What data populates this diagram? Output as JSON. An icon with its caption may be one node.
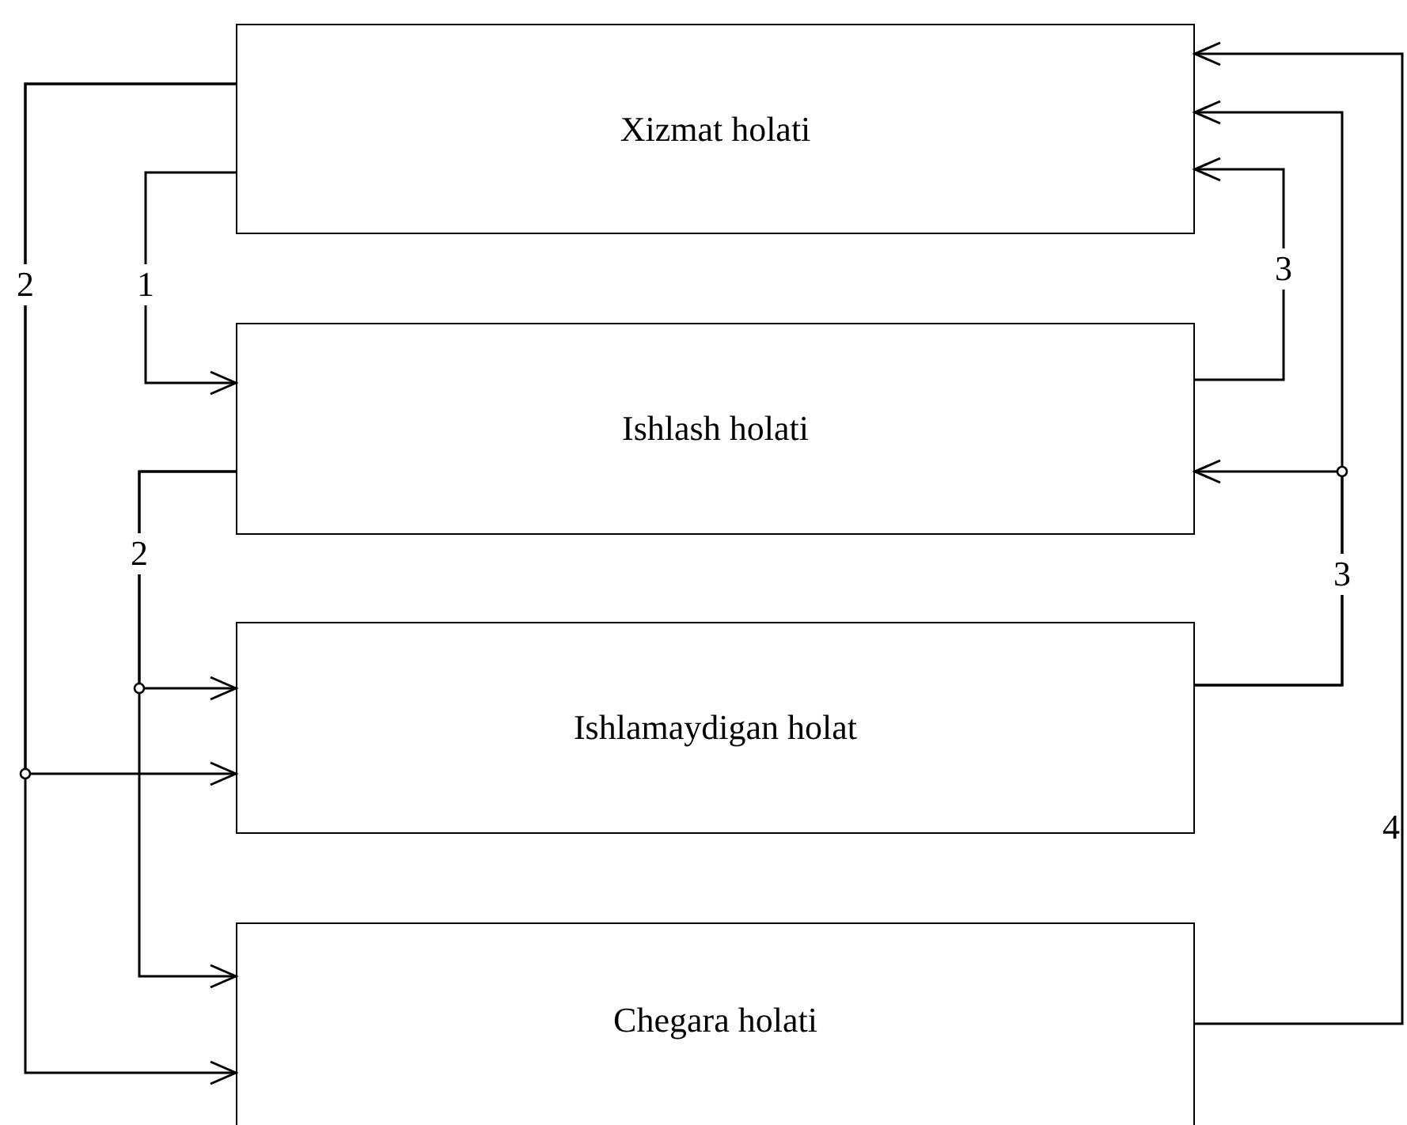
{
  "diagram": {
    "nodes": [
      {
        "text": [
          "Xizmat holati"
        ]
      },
      {
        "text": [
          "Ishlash holati"
        ]
      },
      {
        "text": [
          "Ishlamaydigan holat"
        ]
      },
      {
        "text": [
          "Chegara holati"
        ]
      }
    ],
    "edges": [
      {
        "from": 0,
        "to": 1,
        "arrow": "to",
        "label": "1"
      },
      {
        "from": 0,
        "to": 2,
        "arrow": "to"
      },
      {
        "from": 0,
        "to": 3,
        "arrow": "to",
        "label": "2"
      },
      {
        "from": 1,
        "to": 2,
        "arrow": "to"
      },
      {
        "from": 1,
        "to": 3,
        "arrow": "to",
        "label": "2"
      },
      {
        "from": 1,
        "to": 0,
        "arrow": "to",
        "label": "3"
      },
      {
        "from": 2,
        "to": 0,
        "arrow": "to",
        "label": "3"
      },
      {
        "from": 2,
        "to": 1,
        "arrow": "to"
      },
      {
        "from": 3,
        "to": 0,
        "arrow": "to",
        "label": "4"
      }
    ]
  }
}
